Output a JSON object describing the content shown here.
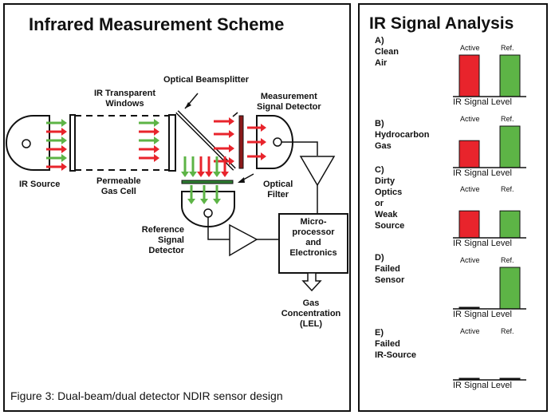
{
  "left_panel": {
    "title": "Infrared Measurement Scheme",
    "labels": {
      "ir_windows": "IR Transparent\nWindows",
      "beamsplitter": "Optical Beamsplitter",
      "meas_detector": "Measurement\nSignal Detector",
      "ir_source": "IR Source",
      "gas_cell": "Permeable\nGas Cell",
      "optical_filter": "Optical\nFilter",
      "ref_detector": "Reference\nSignal\nDetector",
      "electronics": "Micro-\nprocessor\nand\nElectronics",
      "output": "Gas\nConcentration\n(LEL)"
    },
    "caption": "Figure 3: Dual-beam/dual detector NDIR sensor design"
  },
  "right_panel": {
    "title": "IR Signal Analysis",
    "col_active": "Active",
    "col_ref": "Ref.",
    "axis_label": "IR Signal Level",
    "active_color": "#e8242c",
    "ref_color": "#5db446",
    "cases": [
      {
        "letter": "A)",
        "name": "Clean\nAir",
        "active": 1.0,
        "ref": 1.0
      },
      {
        "letter": "B)",
        "name": "Hydrocarbon\nGas",
        "active": 0.65,
        "ref": 1.0
      },
      {
        "letter": "C)",
        "name": "Dirty\nOptics\nor\nWeak\nSource",
        "active": 0.65,
        "ref": 0.65
      },
      {
        "letter": "D)",
        "name": "Failed\nSensor",
        "active": 0.02,
        "ref": 1.0
      },
      {
        "letter": "E)",
        "name": "Failed\nIR-Source",
        "active": 0.02,
        "ref": 0.02
      }
    ]
  },
  "colors": {
    "green": "#5db446",
    "red": "#e8242c",
    "dark_red": "#8b1a1a",
    "black": "#111111"
  }
}
